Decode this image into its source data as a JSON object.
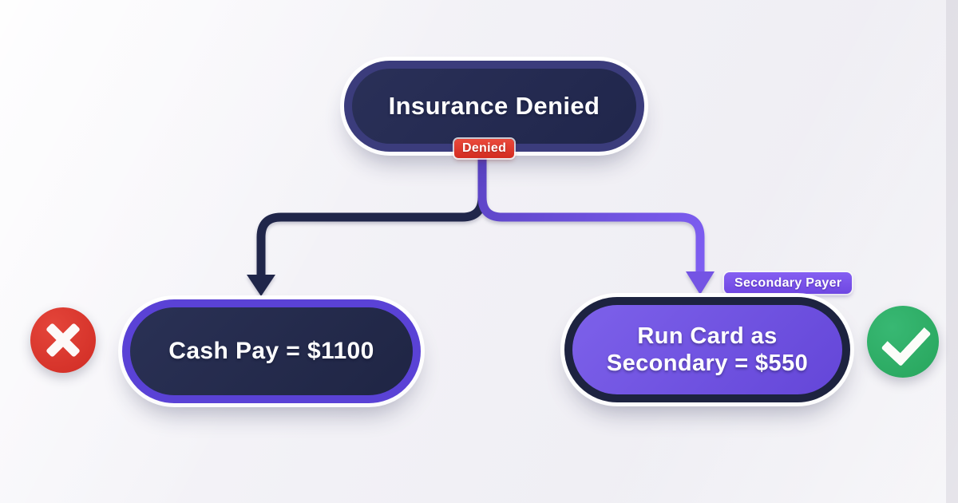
{
  "flowchart": {
    "title_node": {
      "label": "Insurance Denied"
    },
    "edge_badge": {
      "label": "Denied"
    },
    "outcomes": {
      "cash": {
        "label": "Cash Pay = $1100",
        "verdict": "rejected",
        "verdict_icon": "x-icon"
      },
      "secondary": {
        "label_lines": [
          "Run Card as",
          "Secondary = $550"
        ],
        "badge_label": "Secondary Payer",
        "verdict": "approved",
        "verdict_icon": "check-icon"
      }
    },
    "colors": {
      "background": "#f2f1f6",
      "navy_fill": "#212749",
      "indigo_border": "#3b3c7c",
      "purple_border": "#5a42d6",
      "purple_fill": "#6c4fe0",
      "purple_badge": "#7a52ec",
      "denied_red": "#d92f24",
      "x_red": "#d6352c",
      "check_green": "#2bab63",
      "connector_dark": "#20264a",
      "connector_purple_start": "#5b43c4",
      "connector_purple_end": "#7e5ef2"
    }
  }
}
